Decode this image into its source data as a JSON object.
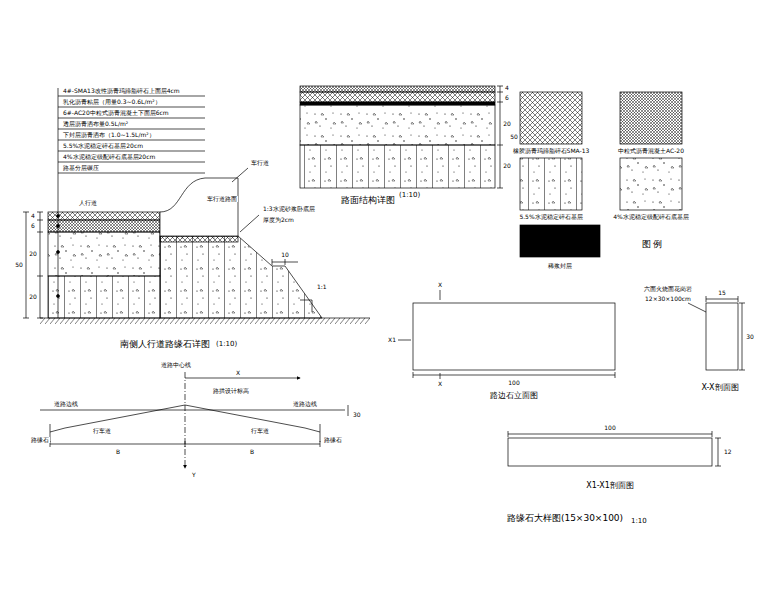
{
  "diagram": {
    "labels": [
      "4#-SMA13改性沥青玛蹄脂碎石上面层4cm",
      "乳化沥青粘层（用量0.3~0.6L/m²）",
      "6#-AC20中粒式沥青混凝土下面层6cm",
      "透层沥青洒布量0.5L/m²",
      "下封层沥青洒布（1.0~1.5L/m²）",
      "5.5%水泥稳定碎石基层20cm",
      "4%水泥稳定级配碎石底基层20cm",
      "路基分层碾压",
      "人行道",
      "车行道路面",
      "车行道",
      "1:3水泥砂浆卧底层",
      "厚度为2cm",
      "4",
      "6",
      "20",
      "20",
      "50",
      "10",
      "1:1",
      "南侧人行道路缘石详图",
      "(1:10)",
      "路面结构详图",
      "(1:10)",
      "4",
      "6",
      "20",
      "20",
      "50",
      "图 例",
      "X",
      "X",
      "X1",
      "100",
      "路边石立面图",
      "六面火烧面花岗岩",
      "12×30×100cm",
      "15",
      "30",
      "X-X剖面图",
      "100",
      "12",
      "X1-X1剖面图",
      "路缘石大样图(15×30×100)",
      "1:10",
      "道路中心线",
      "X",
      "路拱设计标高",
      "道路边线",
      "道路边线",
      "行车道",
      "行车道",
      "路缘石",
      "路缘石",
      "B",
      "B",
      "Y",
      "30"
    ],
    "legend": [
      {
        "text": "橡胶沥青玛蹄脂碎石SMA-13"
      },
      {
        "text": "中粒式沥青混凝土AC-20"
      },
      {
        "text": "5.5%水泥稳定碎石基层"
      },
      {
        "text": "4%水泥稳定级配碎石底基层"
      },
      {
        "text": "稀浆封层"
      }
    ]
  }
}
